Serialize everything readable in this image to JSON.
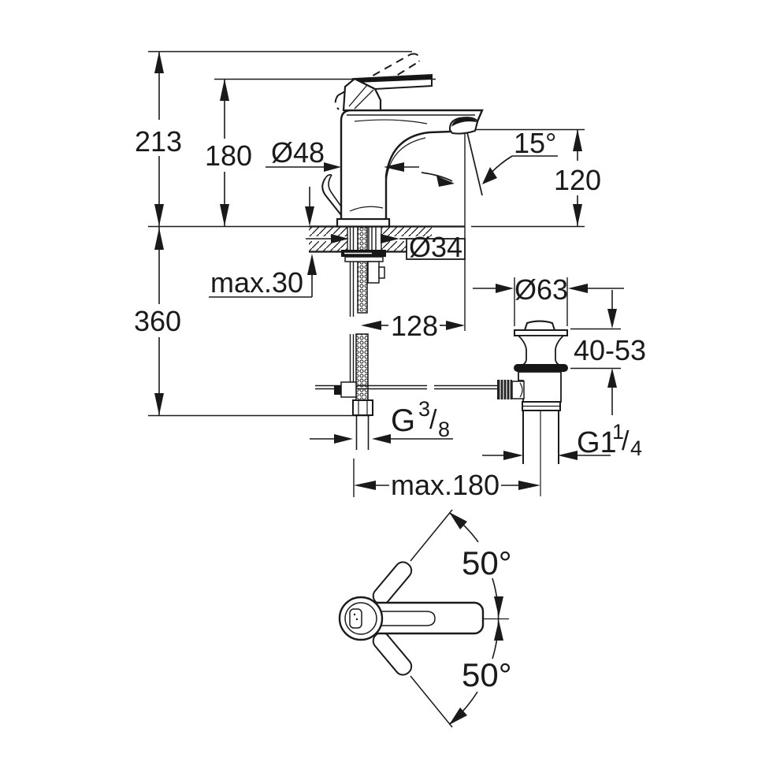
{
  "drawing": {
    "title": "single-lever-basin-mixer-installation-drawing",
    "line_color": "#1a1a1a",
    "background_color": "#ffffff",
    "dims": {
      "overall_height": "213",
      "handle_height": "180",
      "body_diameter": "Ø48",
      "aerator_angle": "15°",
      "spout_outlet_height": "120",
      "deck_hole_diameter": "Ø34",
      "max_deck_thickness": "max.30",
      "supply_length": "360",
      "spout_reach": "128",
      "waste_flange_diameter": "Ø63",
      "waste_adjust_range": "40-53",
      "supply_thread": {
        "base": "G",
        "sup": "3",
        "slash": "/",
        "sub": "8"
      },
      "waste_thread": {
        "base": "G1",
        "sup": "1",
        "slash": "/",
        "sub": "4"
      },
      "max_waste_spacing": "max.180",
      "handle_swing_upper": "50°",
      "handle_swing_lower": "50°"
    }
  }
}
